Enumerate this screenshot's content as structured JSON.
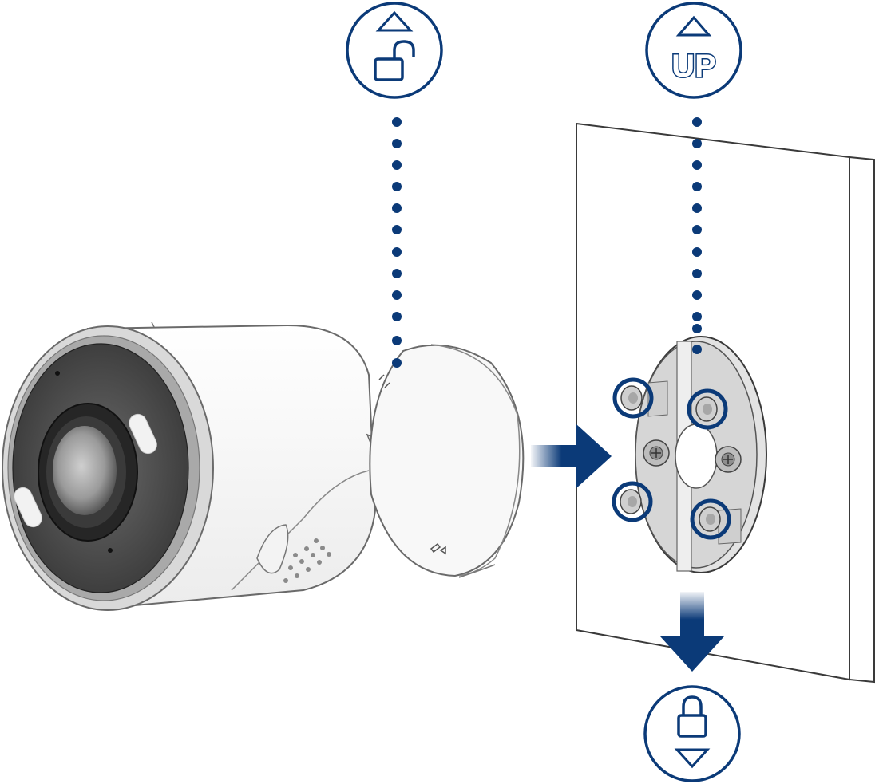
{
  "colors": {
    "accent": "#0b3a78",
    "outline": "#3a3a3a",
    "wall": "#ffffff",
    "lens_ring": "#a9a9a9",
    "lens_dark": "#2b2b2b",
    "mount_plate": "#d7d7d7"
  },
  "icons": {
    "unlock": {
      "name": "unlock-icon",
      "direction": "up"
    },
    "up": {
      "name": "up-icon",
      "label": "UP",
      "direction": "up"
    },
    "lock": {
      "name": "lock-icon",
      "direction": "down"
    }
  },
  "callouts": {
    "screw_circles": 4
  }
}
